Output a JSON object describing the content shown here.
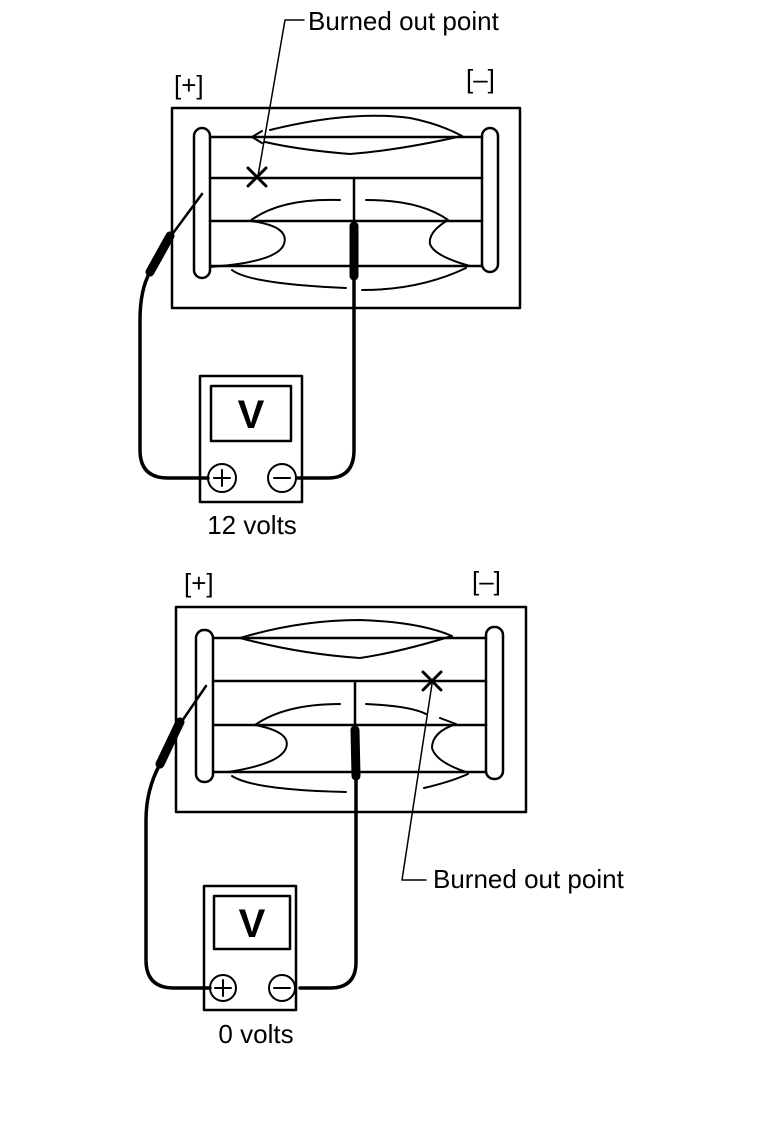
{
  "diagram": {
    "title": "Rear window defogger grid wire inspection",
    "panels": [
      {
        "id": "top",
        "terminal_positive": "[+]",
        "terminal_negative": "[–]",
        "meter_symbol": "V",
        "meter_pos_symbol": "+",
        "meter_neg_symbol": "–",
        "reading": "12 volts",
        "callout": "Burned out point"
      },
      {
        "id": "bottom",
        "terminal_positive": "[+]",
        "terminal_negative": "[–]",
        "meter_symbol": "V",
        "meter_pos_symbol": "+",
        "meter_neg_symbol": "–",
        "reading": "0 volts",
        "callout": "Burned out point"
      }
    ],
    "colors": {
      "ink": "#000000",
      "paper": "#ffffff"
    }
  }
}
